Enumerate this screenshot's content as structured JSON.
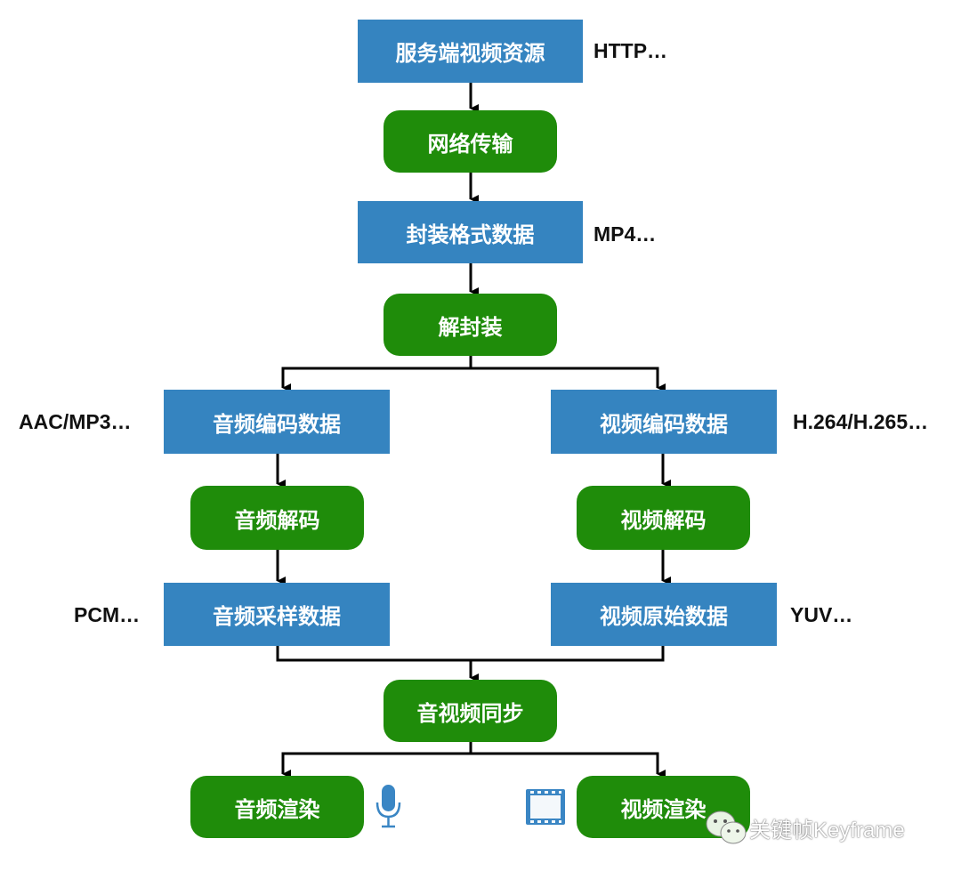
{
  "nodes": {
    "server_source": "服务端视频资源",
    "network": "网络传输",
    "container_data": "封装格式数据",
    "demux": "解封装",
    "audio_encoded": "音频编码数据",
    "video_encoded": "视频编码数据",
    "audio_decode": "音频解码",
    "video_decode": "视频解码",
    "audio_sample": "音频采样数据",
    "video_raw": "视频原始数据",
    "av_sync": "音视频同步",
    "audio_render": "音频渲染",
    "video_render": "视频渲染"
  },
  "notes": {
    "server_source": "HTTP…",
    "container_data": "MP4…",
    "audio_encoded": "AAC/MP3…",
    "video_encoded": "H.264/H.265…",
    "audio_sample": "PCM…",
    "video_raw": "YUV…"
  },
  "icons": {
    "audio_render": "microphone-icon",
    "video_render": "film-strip-icon"
  },
  "watermark": {
    "icon": "wechat-icon",
    "text": "关键帧Keyframe"
  },
  "colors": {
    "data_node": "#3584c0",
    "process_node": "#1f8c0a",
    "icon_blue": "#3a86c4"
  }
}
